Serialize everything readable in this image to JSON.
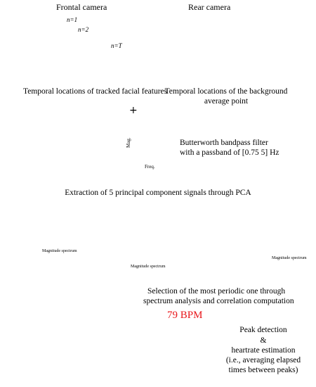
{
  "frontal": {
    "title": "Frontal camera",
    "frame_labels": [
      "n=1",
      "n=2",
      "n=T"
    ],
    "caption": "Temporal locations of tracked facial features"
  },
  "rear": {
    "title": "Rear camera",
    "caption_line1": "Temporal locations of the background",
    "caption_line2": "average point"
  },
  "combine": {
    "plus": "+",
    "minus": "−"
  },
  "filter": {
    "y_label": "Mag.",
    "x_label": "Freq.",
    "desc_line1": "Butterworth bandpass filter",
    "desc_line2": "with a passband of [0.75 5] Hz"
  },
  "pca": {
    "title": "Extraction of 5 principal component signals through PCA",
    "spectrum_label": "Magnitude spectrum"
  },
  "selection": {
    "line1": "Selection of the most periodic one through",
    "line2": "spectrum analysis and correlation computation"
  },
  "result": {
    "bpm": "79 BPM",
    "desc_line1": "Peak detection",
    "desc_line2": "&",
    "desc_line3": "heartrate estimation",
    "desc_line4": "(i.e., averaging elapsed",
    "desc_line5": "times between peaks)"
  },
  "colors": {
    "signal": "#e8161a",
    "highlight": "#2e6fb7",
    "band": "#dedede",
    "peak": "#e8161a"
  }
}
